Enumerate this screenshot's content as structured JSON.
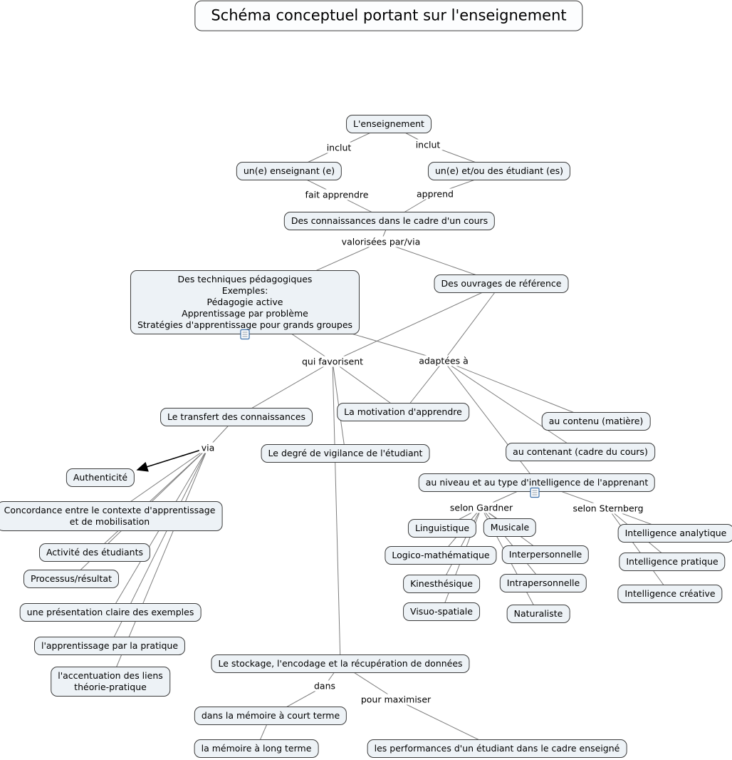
{
  "title": {
    "label": "Schéma conceptuel portant sur l'enseignement"
  },
  "nodes": {
    "enseignement": "L'enseignement",
    "enseignant": "un(e) enseignant (e)",
    "etudiants": "un(e) et/ou des étudiant (es)",
    "connaissances": "Des connaissances dans le cadre d'un cours",
    "techniques": "Des techniques pédagogiques\nExemples:\nPédagogie active\nApprentissage par problème\nStratégies d'apprentissage pour grands groupes",
    "ouvrages": "Des ouvrages de référence",
    "transfert": "Le transfert des connaissances",
    "motivation": "La motivation d'apprendre",
    "vigilance": "Le degré de vigilance de l'étudiant",
    "contenu": "au contenu (matière)",
    "contenant": "au contenant (cadre du cours)",
    "niveau": "au niveau et au type d'intelligence de l'apprenant",
    "authenticite": "Authenticité",
    "concordance": "Concordance entre le contexte d'apprentissage\net de mobilisation",
    "activite": "Activité des étudiants",
    "processus": "Processus/résultat",
    "presentation": "une présentation claire des exemples",
    "apprentissage_pratique": "l'apprentissage par la pratique",
    "accentuation": "l'accentuation des liens\nthéorie-pratique",
    "linguistique": "Linguistique",
    "musicale": "Musicale",
    "logico": "Logico-mathématique",
    "interpersonnelle": "Interpersonnelle",
    "kinesthesique": "Kinesthésique",
    "intrapersonnelle": "Intrapersonnelle",
    "visuo": "Visuo-spatiale",
    "naturaliste": "Naturaliste",
    "analytique": "Intelligence analytique",
    "pratique": "Intelligence pratique",
    "creative": "Intelligence créative",
    "stockage": "Le stockage, l'encodage et la récupération de données",
    "court_terme": "dans la mémoire à court terme",
    "long_terme": "la mémoire à long terme",
    "performances": "les performances d'un étudiant dans le cadre enseigné"
  },
  "link_labels": {
    "inclut1": "inclut",
    "inclut2": "inclut",
    "fait_apprendre": "fait apprendre",
    "apprend": "apprend",
    "valorisees": "valorisées par/via",
    "qui_favorisent": "qui favorisent",
    "adaptees": "adaptées à",
    "via": "via",
    "selon_gardner": "selon Gardner",
    "selon_sternberg": "selon Sternberg",
    "dans": "dans",
    "pour_maximiser": "pour maximiser"
  },
  "edges": [
    [
      "enseignement",
      "L_inclut1"
    ],
    [
      "L_inclut1",
      "enseignant"
    ],
    [
      "enseignement",
      "L_inclut2"
    ],
    [
      "L_inclut2",
      "etudiants"
    ],
    [
      "enseignant",
      "L_fait_apprendre"
    ],
    [
      "L_fait_apprendre",
      "connaissances"
    ],
    [
      "etudiants",
      "L_apprend"
    ],
    [
      "L_apprend",
      "connaissances"
    ],
    [
      "connaissances",
      "L_valorisees"
    ],
    [
      "L_valorisees",
      "techniques"
    ],
    [
      "L_valorisees",
      "ouvrages"
    ],
    [
      "techniques",
      "L_qui_favorisent"
    ],
    [
      "techniques",
      "L_adaptees"
    ],
    [
      "ouvrages",
      "L_qui_favorisent"
    ],
    [
      "ouvrages",
      "L_adaptees"
    ],
    [
      "L_qui_favorisent",
      "transfert"
    ],
    [
      "L_qui_favorisent",
      "motivation"
    ],
    [
      "L_qui_favorisent",
      "vigilance"
    ],
    [
      "L_qui_favorisent",
      "stockage"
    ],
    [
      "L_adaptees",
      "motivation"
    ],
    [
      "L_adaptees",
      "contenu"
    ],
    [
      "L_adaptees",
      "contenant"
    ],
    [
      "L_adaptees",
      "niveau"
    ],
    [
      "transfert",
      "L_via"
    ],
    [
      "L_via",
      "arrow_tip",
      "arrow"
    ],
    [
      "L_via",
      "concordance"
    ],
    [
      "L_via",
      "activite"
    ],
    [
      "L_via",
      "processus"
    ],
    [
      "L_via",
      "presentation"
    ],
    [
      "L_via",
      "apprentissage_pratique"
    ],
    [
      "L_via",
      "accentuation"
    ],
    [
      "niveau",
      "L_selon_gardner"
    ],
    [
      "niveau",
      "L_selon_sternberg"
    ],
    [
      "L_selon_gardner",
      "linguistique"
    ],
    [
      "L_selon_gardner",
      "musicale"
    ],
    [
      "L_selon_gardner",
      "logico"
    ],
    [
      "L_selon_gardner",
      "interpersonnelle"
    ],
    [
      "L_selon_gardner",
      "kinesthesique"
    ],
    [
      "L_selon_gardner",
      "intrapersonnelle"
    ],
    [
      "L_selon_gardner",
      "visuo"
    ],
    [
      "L_selon_gardner",
      "naturaliste"
    ],
    [
      "L_selon_sternberg",
      "analytique"
    ],
    [
      "L_selon_sternberg",
      "pratique"
    ],
    [
      "L_selon_sternberg",
      "creative"
    ],
    [
      "stockage",
      "L_dans"
    ],
    [
      "L_dans",
      "court_terme"
    ],
    [
      "stockage",
      "L_pour_maximiser"
    ],
    [
      "L_pour_maximiser",
      "performances"
    ],
    [
      "court_terme",
      "long_terme"
    ]
  ],
  "colors": {
    "node_fill": "#edf2f6",
    "node_border": "#3c3c3c",
    "line": "#7d7d7d",
    "arrow": "#000000",
    "resource_icon_border": "#3a6ea8"
  }
}
